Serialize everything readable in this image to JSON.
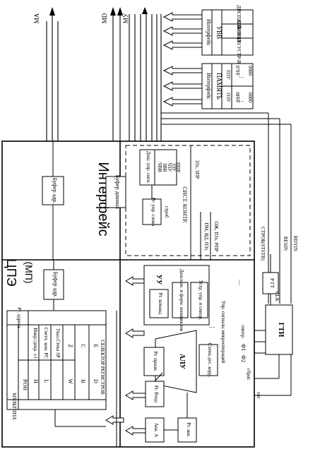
{
  "buses": {
    "ma": "МА",
    "md": "MD",
    "mu": "МУ"
  },
  "sections": {
    "cpu_title": "ЦПЭ",
    "cpu_subtitle": "(МП)",
    "interface_title": "Интерфейс"
  },
  "memory": {
    "interface": "Интерфейс",
    "title": "ПАМЯТЬ",
    "ozu": "ОЗУ",
    "pzu": "ПЗУ",
    "ozu_start": "0000",
    "ozu_end": "0FFF",
    "pzu_start": "0000",
    "pzu_end": "07FF",
    "dots": "…"
  },
  "io": {
    "interface": "Интерфейс",
    "title": "УВВ",
    "items": [
      "ДИСПЛЕЙ",
      "КЛАВИАТ",
      "ВНЕШН УСТР-ВА"
    ]
  },
  "registers": {
    "ron": "РОН",
    "multiplexer": "МУЛЬТИПЛ.",
    "selector": "СЕЛЕКТОР РЕГИСТРОВ",
    "w": "W",
    "z": "Z",
    "b": "B",
    "c": "C",
    "d": "D",
    "e": "E",
    "h": "H",
    "l": "L",
    "sp": "Указ.Стека SP",
    "pc": "Счетч. ком. PC",
    "incdec": "Инкр./декр. ±1",
    "addr": "Рг. адреса"
  },
  "blocks": {
    "addr_buffer_cpu": "Буфер адр.",
    "addr_buffer_if": "Буфер адр.",
    "data_buffer": "Буфер данных",
    "ctrl_word": "Рг. упр. слова",
    "strobe": "строб",
    "decoder_title": "Деш. упр. сигн.",
    "decoder_outputs": [
      "ЧВВ",
      "ЗВВ",
      "ЧЗУ",
      "ЗЗУ",
      "ППР"
    ],
    "sys_ctrl": "СИСТ. КОНТР.",
    "pm_line": "ПМ, ВД, ПЗх",
    "oj_line": "ОЖ, ПЗх, РПР",
    "zpr_line": "ЗЗх, ЗПР",
    "uu": "УУ",
    "cmd_reg": "Рг. команд",
    "decoder_cmd": "Деш.ком. и форм. машциклов",
    "sync_ctrl": "Устр. упр. и синхр.",
    "micro_signals": "Упр. сигналы микроопераций",
    "alu": "АЛУ",
    "acc_a": "Акк. А",
    "rg_acc": "Рг. акк.",
    "rg_in": "Рг. Вход",
    "rg_flags": "Рг. призн.",
    "bcd": "Схема дес. корр.",
    "dots": "…"
  },
  "gti": {
    "title": "ГТИ",
    "phi1": "Ф1",
    "phi2": "Ф2",
    "sync": "синхр.",
    "strobe_status": "СТРОБ(STSTB)",
    "ready": "Р ГТ",
    "clk": "CLK",
    "resin": "RESIN",
    "rdyin": "RDYIN",
    "reset": "сбрас",
    "ready_out": "гот"
  }
}
